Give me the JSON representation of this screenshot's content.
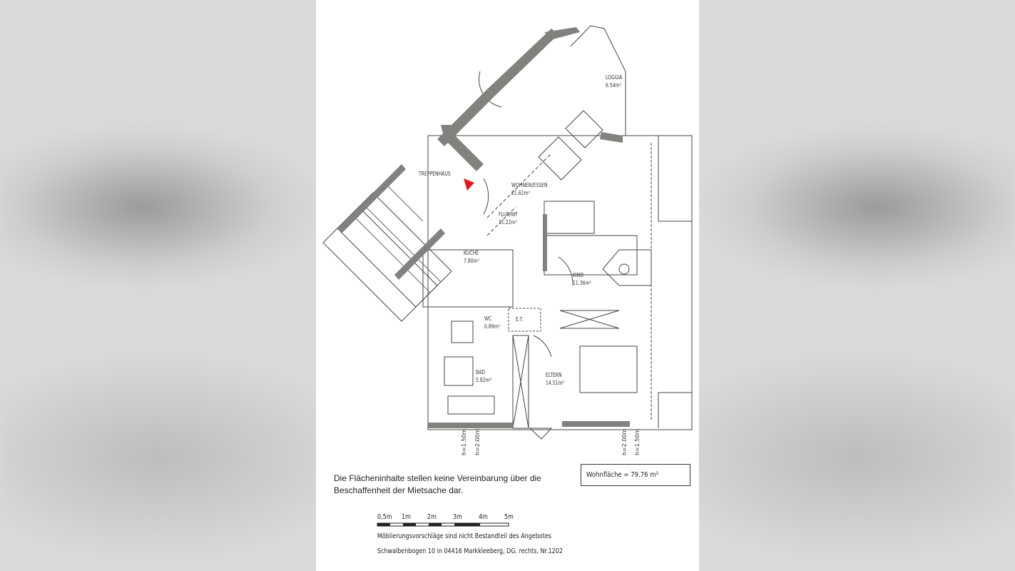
{
  "rooms": {
    "loggia": {
      "name": "LOGGIA",
      "area": "6.54m²"
    },
    "wohnen": {
      "name": "WOHNEN/ESSEN",
      "area": "21.62m²"
    },
    "treppenhaus": {
      "name": "TREPPENHAUS"
    },
    "flur": {
      "name": "FLUR/WF",
      "area": "11.22m²"
    },
    "kueche": {
      "name": "KÜCHE",
      "area": "7.80m²"
    },
    "kind": {
      "name": "KIND",
      "area": "11.36m²"
    },
    "wc": {
      "name": "WC",
      "area": "0.89m²"
    },
    "et": {
      "name": "E.T."
    },
    "bad": {
      "name": "BAD",
      "area": "5.82m²"
    },
    "eltern": {
      "name": "ELTERN",
      "area": "14.51m²"
    }
  },
  "heights": [
    "h=1.50m",
    "h=2.00m",
    "h=2.00m",
    "h=1.50m"
  ],
  "disclaimer": [
    "Die Flächeninhalte stellen keine Vereinbarung über die",
    "Beschaffenheit der Mietsache dar."
  ],
  "total_area": "Wohnfläche = 79.76 m²",
  "scale_labels": [
    "0,5m",
    "1m",
    "2m",
    "3m",
    "4m",
    "5m"
  ],
  "furniture_note": "Möblierungsvorschläge sind nicht Bestandteil des Angebotes",
  "address": "Schwalbenbogen 10 in 04416 Markkleeberg, DG. rechts, Nr.1202",
  "colors": {
    "wall": "#7f827d",
    "marker": "#e0181b"
  }
}
